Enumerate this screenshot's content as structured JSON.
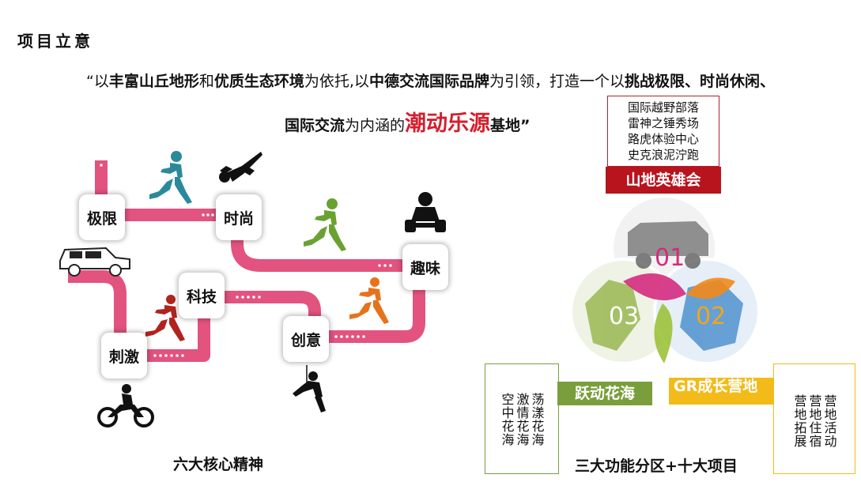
{
  "title": "项目立意",
  "quote": {
    "l1_a": "“以",
    "l1_b": "丰富山丘地形",
    "l1_c": "和",
    "l1_d": "优质生态环境",
    "l1_e": "为依托,以",
    "l1_f": "中德交流国际品牌",
    "l1_g": "为引领，打造一个以",
    "l1_h": "挑战极限、时尚休闲、",
    "l2_a": "国际交流",
    "l2_b": "为内涵的",
    "l2_c": "潮动乐源",
    "l2_d": "基地”"
  },
  "spirits": {
    "jixian": "极限",
    "shishang": "时尚",
    "quwei": "趣味",
    "keji": "科技",
    "chuangyi": "创意",
    "ciji": "刺激",
    "caption": "六大核心精神"
  },
  "zones": {
    "hero_items": [
      "国际越野部落",
      "雷神之锤秀场",
      "路虎体验中心",
      "史克浪泥泞跑"
    ],
    "hero_tag": "山地英雄会",
    "num1": "01",
    "num2": "02",
    "num3": "03",
    "green_tag": "跃动花海",
    "green_cols": [
      "空中花海",
      "激情花海",
      "荡漾花海"
    ],
    "yellow_tag": "GR成长营地",
    "yellow_cols": [
      "营地拓展",
      "营地住宿",
      "营地活动"
    ],
    "caption": "三大功能分区+十大项目"
  },
  "colors": {
    "pink": "#e2537f",
    "red": "#b7141e",
    "green": "#7a9e3c",
    "yellow": "#f2bb1a"
  }
}
